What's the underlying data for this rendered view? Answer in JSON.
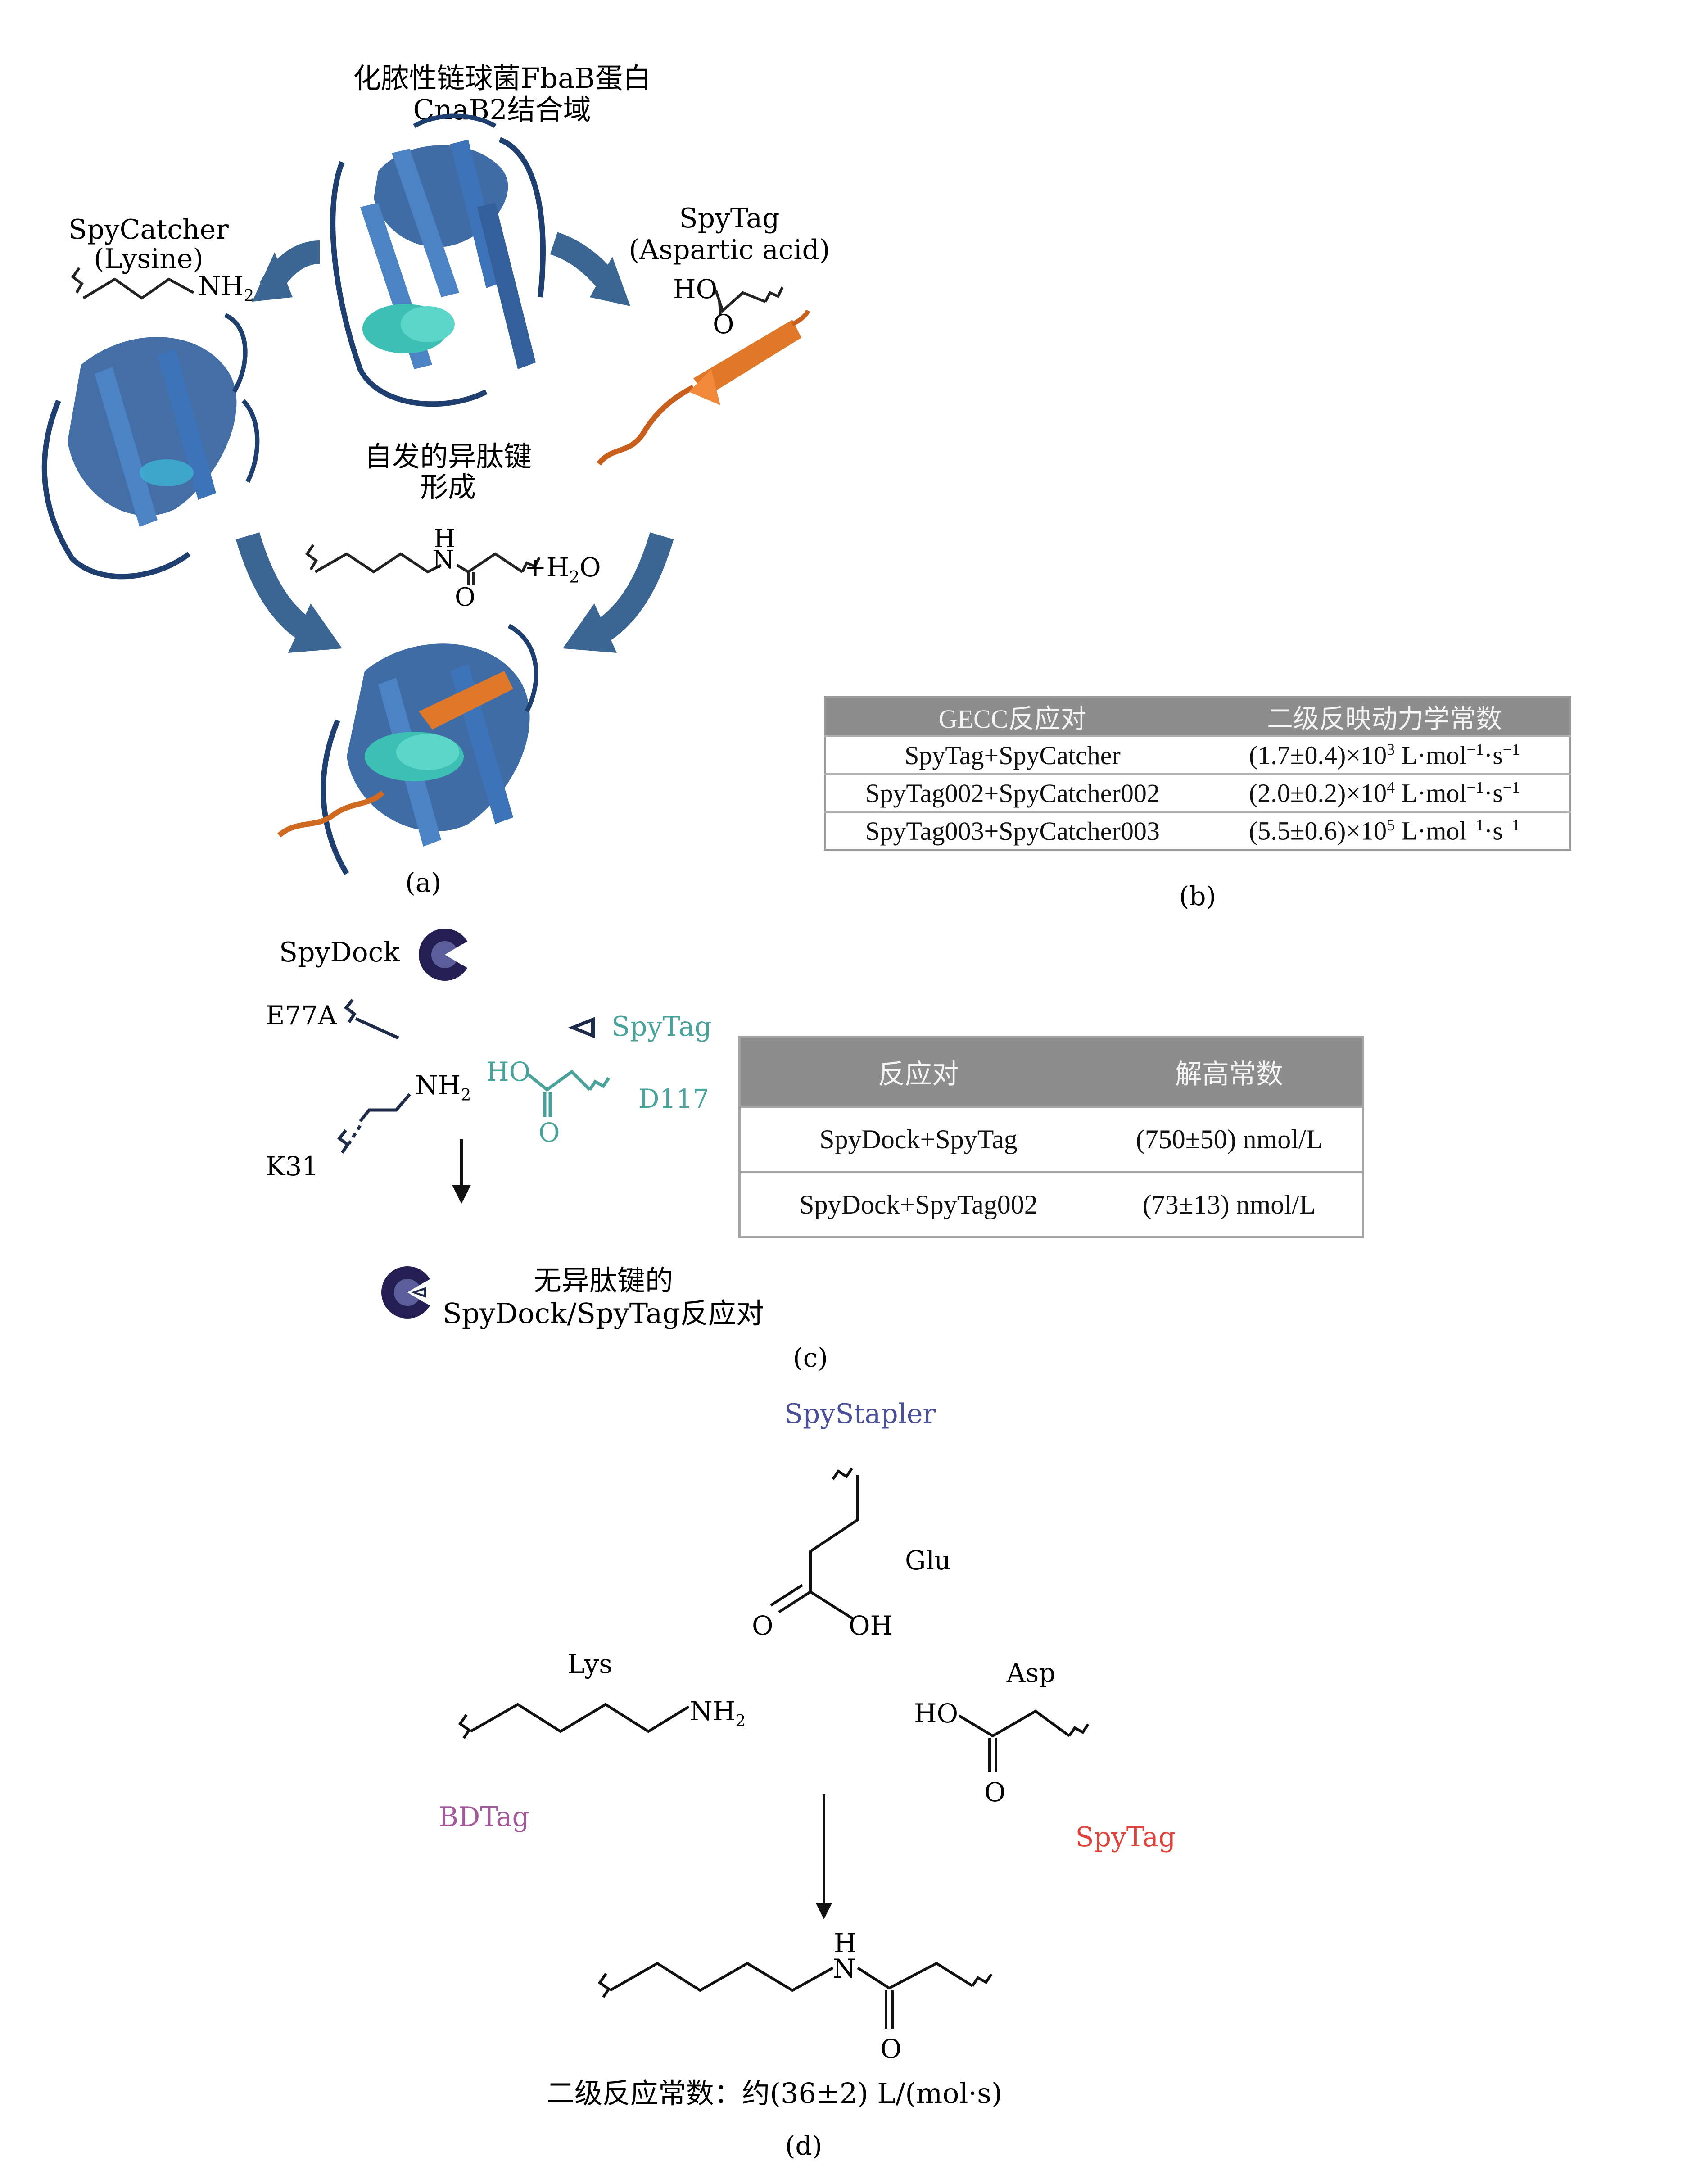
{
  "panel_a": {
    "title_line1": "化脓性链球菌FbaB蛋白",
    "title_line2": "CnaB2结合域",
    "spycatcher_line1": "SpyCatcher",
    "spycatcher_line2": "(Lysine)",
    "spytag_line1": "SpyTag",
    "spytag_line2": "(Aspartic acid)",
    "nh2": "NH",
    "nh2_sub": "2",
    "ho": "HO",
    "o": "O",
    "reaction_line1": "自发的异肽键",
    "reaction_line2": "形成",
    "h": "H",
    "n": "N",
    "o2": "O",
    "water": "+H",
    "water_sub": "2",
    "water_end": "O",
    "label": "(a)"
  },
  "panel_b": {
    "headers": [
      "GECC反应对",
      "二级反映动力学常数"
    ],
    "rows": [
      {
        "pair": "SpyTag+SpyCatcher",
        "value": "(1.7±0.4)×10",
        "exp": "3",
        "unit": " L·mol",
        "u1": "−1",
        "unit2": "·s",
        "u2": "−1"
      },
      {
        "pair": "SpyTag002+SpyCatcher002",
        "value": "(2.0±0.2)×10",
        "exp": "4",
        "unit": " L·mol",
        "u1": "−1",
        "unit2": "·s",
        "u2": "−1"
      },
      {
        "pair": "SpyTag003+SpyCatcher003",
        "value": "(5.5±0.6)×10",
        "exp": "5",
        "unit": " L·mol",
        "u1": "−1",
        "unit2": "·s",
        "u2": "−1"
      }
    ],
    "label": "(b)"
  },
  "panel_c": {
    "spydock": "SpyDock",
    "e77a": "E77A",
    "spytag": "SpyTag",
    "nh2": "NH",
    "nh2_sub": "2",
    "ho": "HO",
    "o": "O",
    "d117": "D117",
    "k31": "K31",
    "result_line1": "无异肽键的",
    "result_line2": "SpyDock/SpyTag反应对",
    "headers": [
      "反应对",
      "解高常数"
    ],
    "rows": [
      {
        "pair": "SpyDock+SpyTag",
        "value": "(750±50) nmol/L"
      },
      {
        "pair": "SpyDock+SpyTag002",
        "value": "(73±13) nmol/L"
      }
    ],
    "label": "(c)"
  },
  "panel_d": {
    "spystapler": "SpyStapler",
    "glu": "Glu",
    "o": "O",
    "oh": "OH",
    "lys": "Lys",
    "nh2": "NH",
    "nh2_sub": "2",
    "asp": "Asp",
    "ho": "HO",
    "o2": "O",
    "bdtag": "BDTag",
    "spytag": "SpyTag",
    "h": "H",
    "n": "N",
    "o3": "O",
    "rate": "二级反应常数：约(36±2) L/(mol·s)",
    "label": "(d)"
  },
  "colors": {
    "protein_blue": "#3d6fb0",
    "protein_dark": "#1f3f70",
    "cyan_site": "#3cc0b4",
    "spytag_orange": "#e0782a",
    "arrow_blue": "#3b6694",
    "teal_label": "#4aa39a",
    "navy": "#1d2a48",
    "spystapler": "#4a4f9a",
    "bdtag": "#a35a9a",
    "spytag_red": "#e0413a",
    "table_header": "#8d8d8d"
  },
  "icons": [
    "protein-ribbon-icon",
    "spydock-pacman-icon",
    "spytag-triangle-icon"
  ]
}
